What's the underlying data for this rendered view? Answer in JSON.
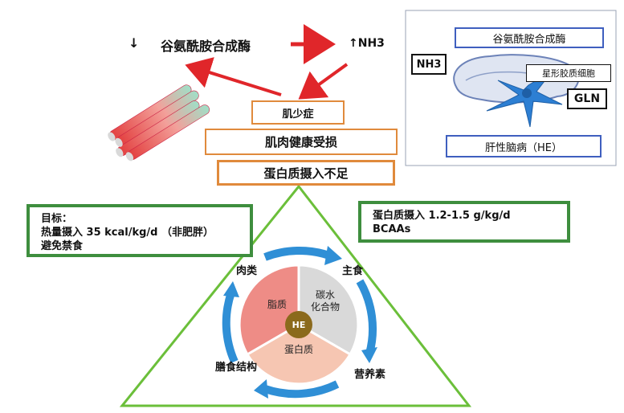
{
  "top": {
    "down_arrow": "↓",
    "enzyme_label": "谷氨酰胺合成酶",
    "up_arrow_nh3": "↑NH3"
  },
  "chain": {
    "sarcopenia": "肌少症",
    "muscle_damage": "肌肉健康受损",
    "protein_deficit": "蛋白质摄入不足"
  },
  "brain_panel": {
    "enzyme": "谷氨酰胺合成酶",
    "nh3": "NH3",
    "astrocyte": "星形胶质细胞",
    "gln": "GLN",
    "he": "肝性脑病（HE）"
  },
  "goals_box": {
    "lines": [
      "目标：",
      "热量摄入 35 kcal/kg/d （非肥胖）",
      "避免禁食"
    ]
  },
  "protein_box": {
    "lines": [
      "蛋白质摄入 1.2-1.5 g/kg/d",
      "BCAAs"
    ]
  },
  "cycle": {
    "meat": "肉类",
    "staple": "主食",
    "nutrients": "营养素",
    "diet_structure": "膳食结构",
    "center": "HE"
  },
  "pie": {
    "fat": "脂质",
    "carb_line1": "碳水",
    "carb_line2": "化合物",
    "protein": "蛋白质"
  },
  "colors": {
    "red_arrow": "#e0262a",
    "orange_border": "#e08a3c",
    "green_border": "#3e8e3e",
    "blue_arrow": "#2f8fd6",
    "center_circle": "#8b6a1c"
  }
}
